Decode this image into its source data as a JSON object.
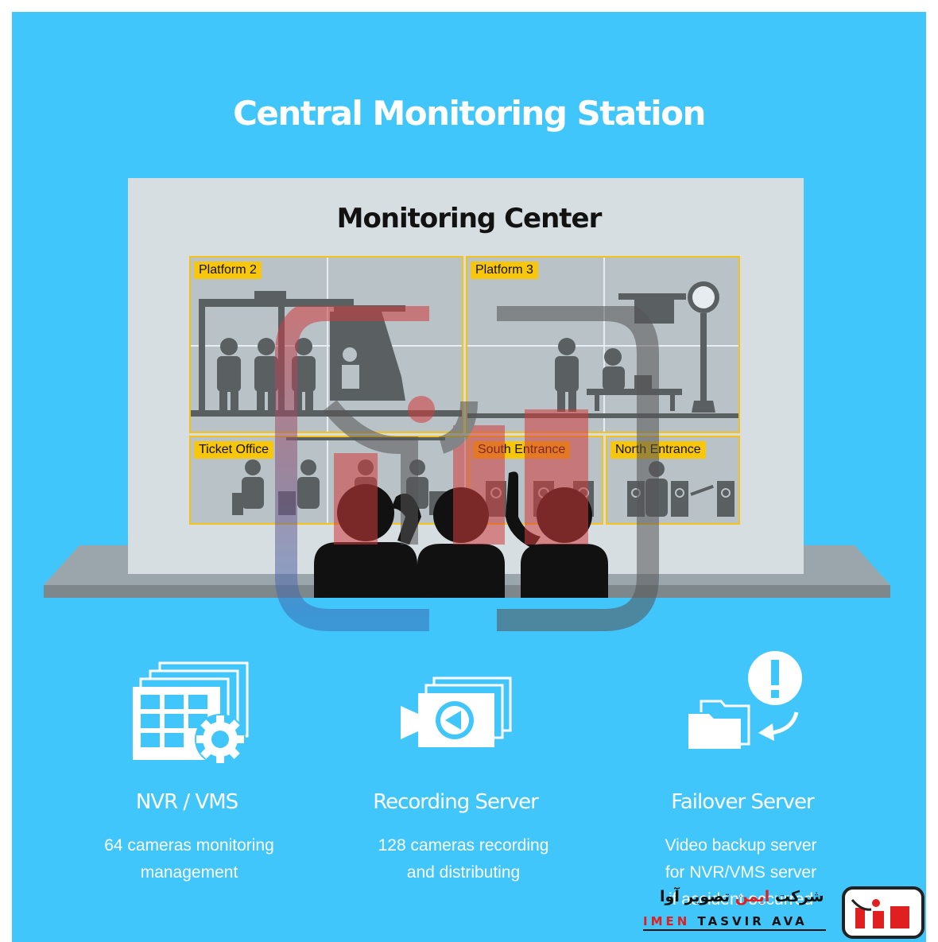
{
  "title": "Central Monitoring Station",
  "monitoring_center": {
    "title": "Monitoring Center",
    "cameras": [
      {
        "label": "Platform 2"
      },
      {
        "label": "Platform 3"
      },
      {
        "label": "Ticket Office"
      },
      {
        "label": "South Entrance"
      },
      {
        "label": "North Entrance"
      }
    ]
  },
  "features": [
    {
      "title": "NVR / VMS",
      "desc_line1": "64 cameras monitoring",
      "desc_line2": "management",
      "icon": "nvr-grid-gear-icon"
    },
    {
      "title": "Recording Server",
      "desc_line1": "128 cameras recording",
      "desc_line2": "and distributing",
      "icon": "recording-camera-icon"
    },
    {
      "title": "Failover Server",
      "desc_line1": "Video backup server",
      "desc_line2": "for NVR/VMS server",
      "desc_line3": "if accident occurred",
      "icon": "failover-folder-alert-icon"
    }
  ],
  "logo": {
    "fa_part1": "شرکت ",
    "fa_part2": "ایمن",
    "fa_part3": " تصویر آوا",
    "en_part1": "IMEN",
    "en_part2": " TASVIR AVA"
  },
  "colors": {
    "background": "#41c6fb",
    "screen": "#d6dee2",
    "camera_label": "#f8c60a",
    "silhouette": "#5a5f62",
    "logo_red": "#e02020"
  }
}
